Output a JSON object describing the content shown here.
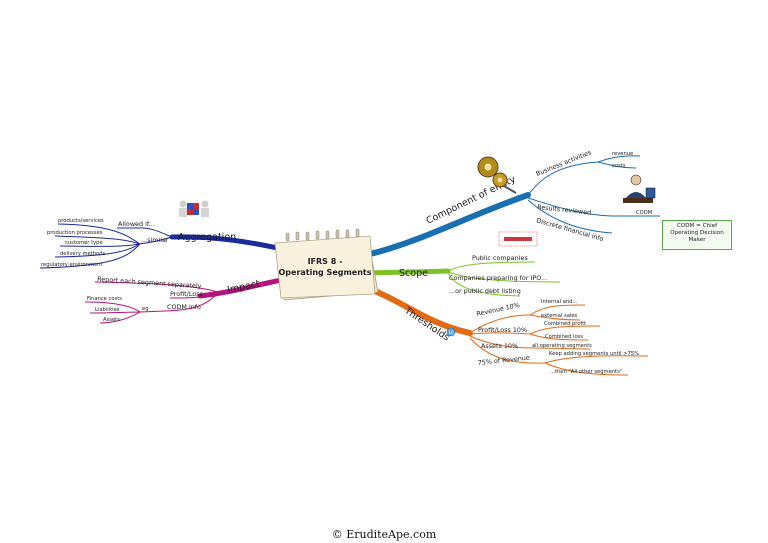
{
  "center": {
    "line1": "IFRS 8 -",
    "line2": "Operating Segments"
  },
  "branches": {
    "aggregation": {
      "label": "Aggregation",
      "allowed": "Allowed if...",
      "similar": "...similar",
      "items": [
        "products/services",
        "production processes",
        "customer type",
        "delivery methods",
        "regulatory environment"
      ]
    },
    "impact": {
      "label": "Impact",
      "report": "Report each segment separately",
      "profit_loss": "Profit/Loss",
      "codm_info": "CODM info",
      "eg": "eg",
      "items": [
        "Finance costs",
        "Liabilities",
        "Assets"
      ]
    },
    "component": {
      "label": "Component of entity",
      "business": "Business activities",
      "revenue": "revenue",
      "costs": "costs",
      "results": "Results reviewed",
      "codm": "CODM",
      "discrete": "Discrete financial info"
    },
    "scope": {
      "label": "Scope",
      "public": "Public companies",
      "ipo": "Companies preparing for IPO...",
      "debt": "...or public debt listing"
    },
    "thresholds": {
      "label": "Thresholds",
      "badge": "10",
      "revenue": "Revenue 10%",
      "internal": "Internal and...",
      "external": "external sales",
      "profit": "Profit/Loss 10%",
      "combined_profit": "Combined profit",
      "combined_loss": "Combined loss",
      "assets": "Assets 10%",
      "all_ops": "all operating segments",
      "rev75": "75% of Revenue",
      "keep": "Keep adding segments until >75%",
      "other": "...then \"All other segments\""
    }
  },
  "note": "CODM = Chief Operating Decision Maker",
  "footer": "© EruditeApe.com",
  "colors": {
    "aggregation": "#1c2c9a",
    "impact": "#b3157a",
    "component": "#1a6fb0",
    "scope": "#7cc424",
    "thresholds": "#e36a14"
  },
  "icons": [
    "puzzle-people-icon",
    "gears-icon",
    "businessman-at-desk-icon",
    "stamp-icon"
  ]
}
